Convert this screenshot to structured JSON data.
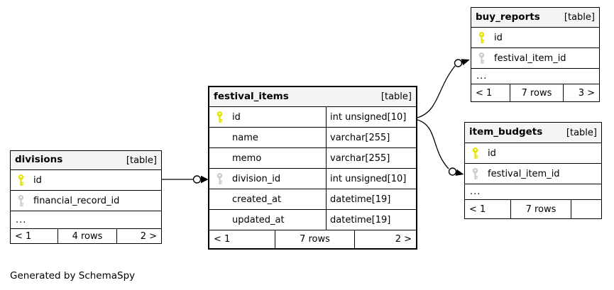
{
  "credit": "Generated by SchemaSpy",
  "colors": {
    "pk_key": "#e3e300",
    "fk_key": "#cccccc",
    "header_bg": "#f4f4f4",
    "canvas_bg": "#ffffff"
  },
  "tables": [
    {
      "name": "divisions",
      "tag": "[table]",
      "columns": [
        {
          "name": "id",
          "key": "primary"
        },
        {
          "name": "financial_record_id",
          "key": "foreign"
        }
      ],
      "ellipsis": "...",
      "footer": {
        "left": "< 1",
        "center": "4 rows",
        "right": "2 >"
      }
    },
    {
      "name": "festival_items",
      "tag": "[table]",
      "columns": [
        {
          "name": "id",
          "key": "primary",
          "type": "int unsigned[10]"
        },
        {
          "name": "name",
          "key": "none",
          "type": "varchar[255]"
        },
        {
          "name": "memo",
          "key": "none",
          "type": "varchar[255]"
        },
        {
          "name": "division_id",
          "key": "foreign",
          "type": "int unsigned[10]"
        },
        {
          "name": "created_at",
          "key": "none",
          "type": "datetime[19]"
        },
        {
          "name": "updated_at",
          "key": "none",
          "type": "datetime[19]"
        }
      ],
      "footer": {
        "left": "< 1",
        "center": "7 rows",
        "right": "2 >"
      }
    },
    {
      "name": "buy_reports",
      "tag": "[table]",
      "columns": [
        {
          "name": "id",
          "key": "primary"
        },
        {
          "name": "festival_item_id",
          "key": "foreign"
        }
      ],
      "ellipsis": "...",
      "footer": {
        "left": "< 1",
        "center": "7 rows",
        "right": "3 >"
      }
    },
    {
      "name": "item_budgets",
      "tag": "[table]",
      "columns": [
        {
          "name": "id",
          "key": "primary"
        },
        {
          "name": "festival_item_id",
          "key": "foreign"
        }
      ],
      "ellipsis": "...",
      "footer": {
        "left": "< 1",
        "center": "7 rows",
        "right": ""
      }
    }
  ],
  "relationships": [
    {
      "from": "divisions.id",
      "to": "festival_items.division_id"
    },
    {
      "from": "festival_items.id",
      "to": "buy_reports.festival_item_id"
    },
    {
      "from": "festival_items.id",
      "to": "item_budgets.festival_item_id"
    }
  ]
}
